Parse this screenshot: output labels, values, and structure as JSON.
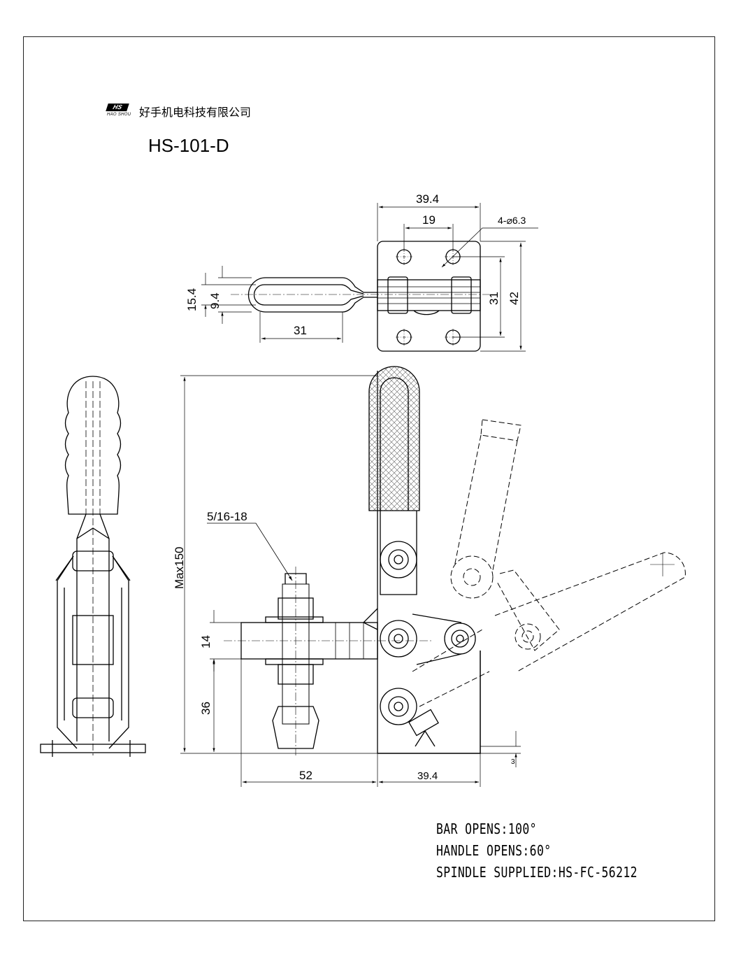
{
  "brand": {
    "logo_mark": "HS",
    "logo_sub": "HAO SHOU",
    "company": "好手机电科技有限公司"
  },
  "model": "HS-101-D",
  "dimensions": {
    "top_width": "39.4",
    "hole_spacing_x": "19",
    "holes": "4-⌀6.3",
    "handle_width": "15.4",
    "handle_inner": "9.4",
    "handle_length": "31",
    "hole_spacing_y": "31",
    "base_height": "42",
    "max_height": "Max150",
    "thread": "5/16-18",
    "bar_height": "14",
    "spindle_height": "36",
    "reach": "52",
    "base_length": "39.4",
    "base_thick": "3"
  },
  "notes": [
    "BAR OPENS:100°",
    "HANDLE OPENS:60°",
    "SPINDLE SUPPLIED:HS-FC-56212"
  ]
}
